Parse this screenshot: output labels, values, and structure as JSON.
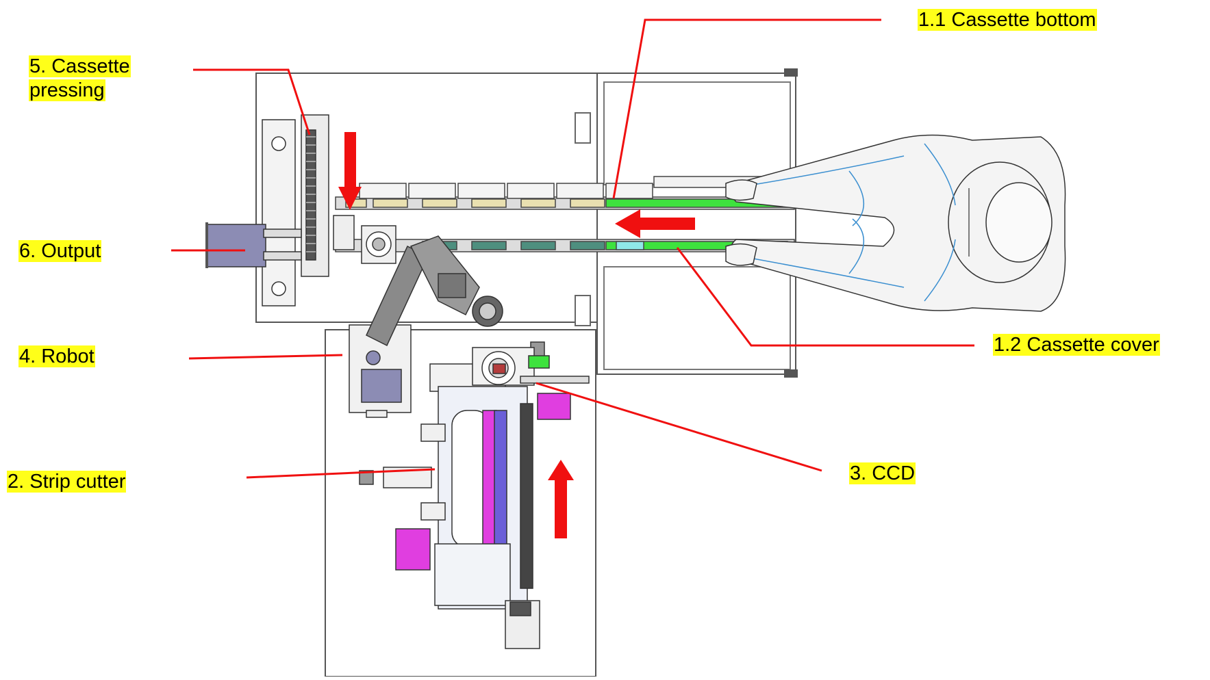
{
  "colors": {
    "leader": "#f01010",
    "highlight": "#ffff19",
    "frame": "#555555",
    "conveyor_green": "#3ee23e",
    "pink": "#e03ee0",
    "blue_block": "#6b5fd8",
    "gray_block": "#8c8cb4"
  },
  "labels": {
    "cassette_bottom": "1.1 Cassette bottom",
    "cassette_cover": "1.2 Cassette cover",
    "strip_cutter": "2. Strip cutter",
    "ccd": "3. CCD",
    "robot": "4. Robot",
    "cassette_pressing_line1": "5. Cassette",
    "cassette_pressing_line2": "pressing",
    "output": "6. Output"
  },
  "flow_arrows": [
    "flow-arrow-down",
    "flow-arrow-left",
    "flow-arrow-up"
  ]
}
